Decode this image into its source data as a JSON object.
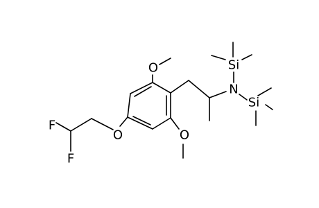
{
  "molecule": {
    "atoms": {
      "fluorine_top": "F",
      "fluorine_bottom": "F",
      "ether_oxygen": "O",
      "methoxy_oxygen_top": "O",
      "methoxy_oxygen_bottom": "O",
      "amine_nitrogen": "N",
      "silicon_upper": "Si",
      "silicon_right": "Si"
    }
  }
}
